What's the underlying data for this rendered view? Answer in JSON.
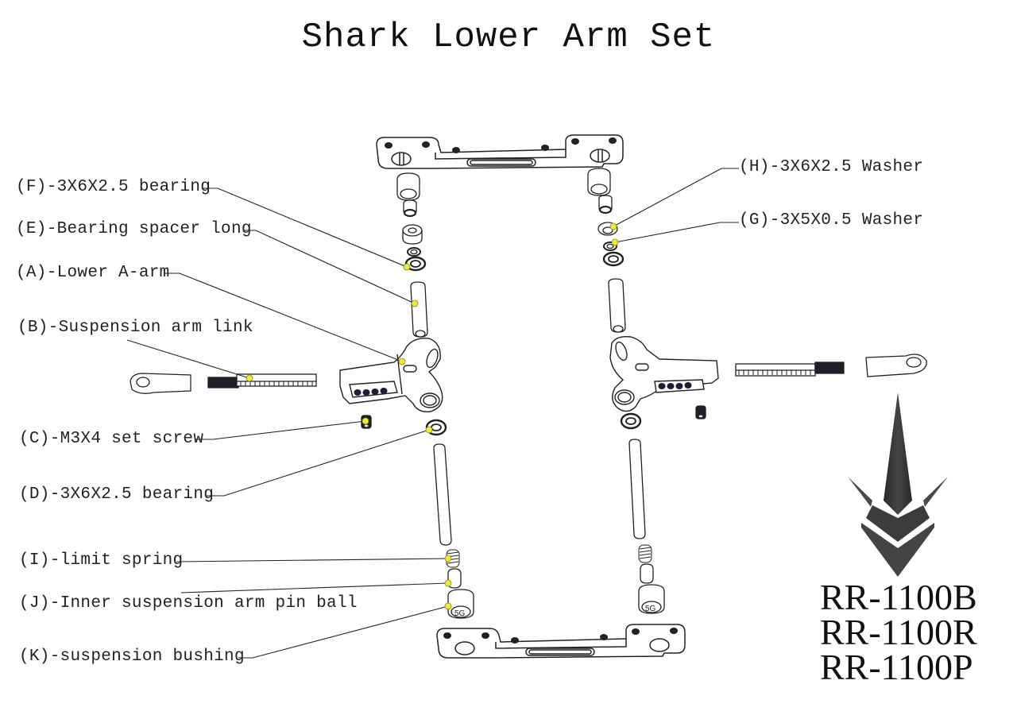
{
  "title": "Shark Lower Arm Set",
  "colors": {
    "callout_dot": "#f2ea3a",
    "line": "#222222",
    "logo": "#3a3a3a"
  },
  "labels": {
    "F": "(F)-3X6X2.5 bearing",
    "E": "(E)-Bearing spacer long",
    "A": "(A)-Lower A-arm",
    "B": "(B)-Suspension arm link",
    "C": "(C)-M3X4 set screw",
    "D": "(D)-3X6X2.5 bearing",
    "I": "(I)-limit spring",
    "J": "(J)-Inner suspension arm pin ball",
    "K": "(K)-suspension bushing",
    "H": "(H)-3X6X2.5 Washer",
    "G": "(G)-3X5X0.5 Washer"
  },
  "logo": {
    "icon": "arrowhead-logo-icon",
    "models": [
      "RR-1100B",
      "RR-1100R",
      "RR-1100P"
    ]
  }
}
